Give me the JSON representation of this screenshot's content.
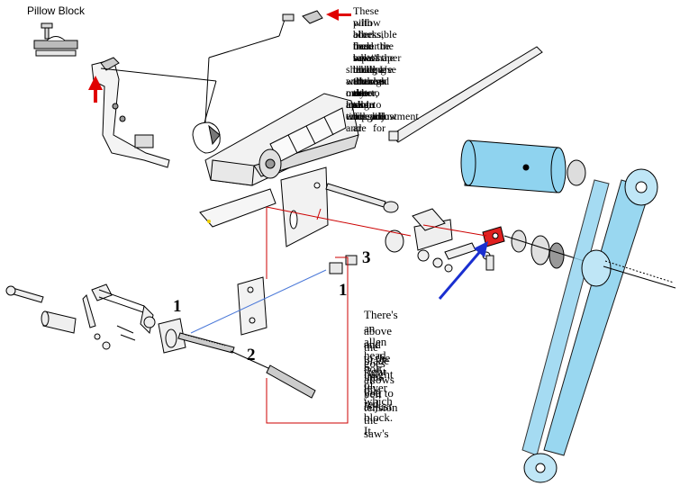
{
  "legend": {
    "title": "Pillow Block"
  },
  "notes": {
    "pillow_blocks": [
      "These pillow blocks, under the saw/shaper table, are attached",
      "with allen head bolts that go through the table top and are",
      "accessible from the top of the table.  Use the rear one to align",
      "the saw blade to the miter slot. They're",
      "what's holding the saw arbor,",
      "shroud and motor up so work",
      "with one at a time and",
      "only loosen enough",
      "to allow for",
      "adjustment"
    ],
    "allen_bolt": [
      "There's an allen head bolt",
      "above and to the right of",
      "the blade height lever which",
      "goes into this red block.  It",
      "allows you to adjust the saw's",
      "belt tension"
    ]
  },
  "part_labels": {
    "one_upper": "1",
    "two": "2",
    "three": "3",
    "one_lower": "1"
  },
  "colors": {
    "callout_arrow": "#e00000",
    "pointer_arrow": "#1a2fd0",
    "link_line": "#cc0000",
    "blue_line": "#4a78d8",
    "belt": "#8fd3ef",
    "red_block": "#e02020"
  }
}
